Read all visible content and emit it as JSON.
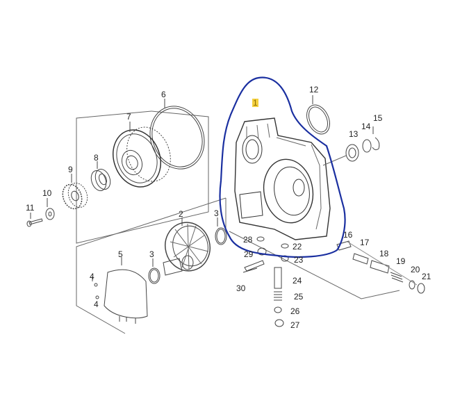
{
  "diagram": {
    "highlight_color": "#f4d03f",
    "outline_color": "#1a2fa0",
    "callouts": [
      "1",
      "2",
      "3",
      "3",
      "4",
      "4",
      "5",
      "6",
      "7",
      "8",
      "9",
      "10",
      "11",
      "12",
      "13",
      "14",
      "15",
      "16",
      "17",
      "18",
      "19",
      "20",
      "21",
      "22",
      "23",
      "24",
      "25",
      "26",
      "27",
      "28",
      "29",
      "30"
    ]
  }
}
